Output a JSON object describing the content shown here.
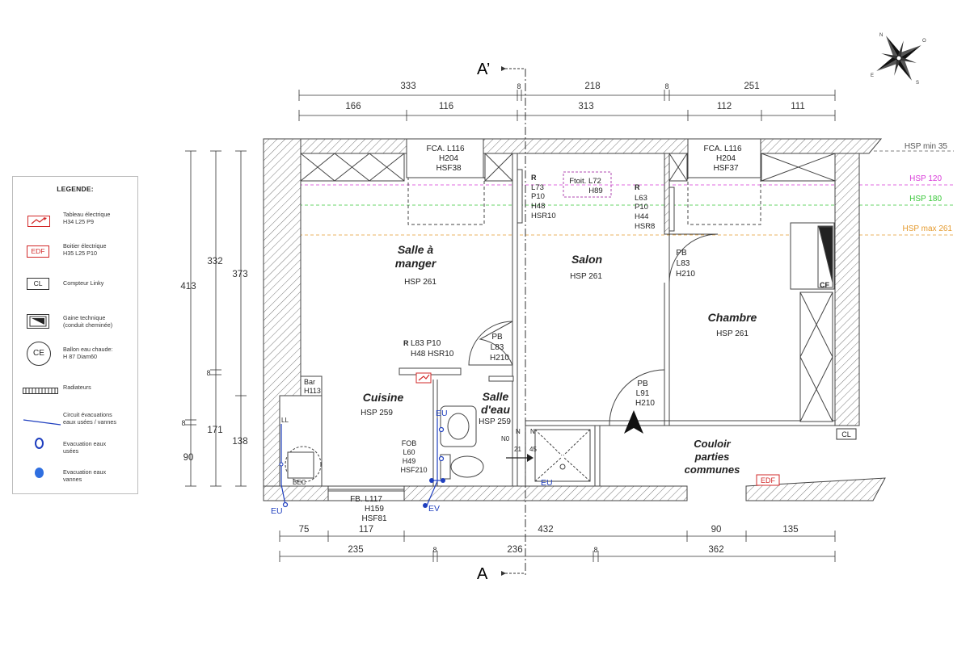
{
  "compass": {
    "labels": [
      "N",
      "S",
      "E",
      "O"
    ]
  },
  "section_markers": {
    "top": "A’",
    "bottom": "A"
  },
  "dims_top": {
    "row1": [
      "333",
      "8",
      "218",
      "8",
      "251"
    ],
    "row2": [
      "166",
      "116",
      "313",
      "112",
      "111"
    ]
  },
  "dims_bottom": {
    "row1": [
      "75",
      "117",
      "432",
      "90",
      "135"
    ],
    "row2": [
      "235",
      "8",
      "236",
      "8",
      "362"
    ]
  },
  "dims_left": {
    "outer": [
      "413",
      "8",
      "90"
    ],
    "middle": [
      "332",
      "171"
    ],
    "inner": [
      "373",
      "138"
    ]
  },
  "hsp_lines": [
    {
      "label": "HSP min 35",
      "color": "#555555"
    },
    {
      "label": "HSP 120",
      "color": "#d93ad9"
    },
    {
      "label": "HSP 180",
      "color": "#37c837"
    },
    {
      "label": "HSP max 261",
      "color": "#e59a2d"
    }
  ],
  "rooms": {
    "salle_a_manger": {
      "name1": "Salle à",
      "name2": "manger",
      "hsp": "HSP 261"
    },
    "salon": {
      "name": "Salon",
      "hsp": "HSP 261"
    },
    "chambre": {
      "name": "Chambre",
      "hsp": "HSP 261"
    },
    "cuisine": {
      "name": "Cuisine",
      "hsp": "HSP 259"
    },
    "salle_deau": {
      "name1": "Salle",
      "name2": "d'eau",
      "hsp": "HSP 259"
    },
    "couloir": {
      "name1": "Couloir",
      "name2": "parties",
      "name3": "communes"
    }
  },
  "annotations": {
    "fca_left": [
      "FCA. L116",
      "H204",
      "HSF38"
    ],
    "fca_right": [
      "FCA. L116",
      "H204",
      "HSF37"
    ],
    "r_left": [
      "L73",
      "P10",
      "H48",
      "HSR10"
    ],
    "ftoit": [
      "Ftoit. L72",
      "H89"
    ],
    "r_right": [
      "L63",
      "P10",
      "H44",
      "HSR8"
    ],
    "r_label": "R",
    "pb_salon": [
      "PB",
      "L83",
      "H210"
    ],
    "pb_sde": [
      "PB",
      "L83",
      "H210"
    ],
    "pb_chambre": [
      "PB",
      "L91",
      "H210"
    ],
    "r_kitchen_1": "L83 P10",
    "r_kitchen_2": "H48 HSR10",
    "bar": [
      "Bar",
      "H113"
    ],
    "fob": [
      "FOB",
      "L60",
      "H49",
      "HSF210"
    ],
    "fb": [
      "FB. L117",
      "H159",
      "HSF81"
    ],
    "ll": "LL",
    "bec": "BEC",
    "cf": "CF",
    "cl": "CL",
    "edf": "EDF",
    "eu": "EU",
    "ev": "EV",
    "n0": "N0",
    "n21": [
      "N",
      "21"
    ],
    "n45": [
      "N",
      "45"
    ]
  },
  "legend": {
    "title": "LEGENDE:",
    "items": [
      {
        "icon": "tableau-icon",
        "text1": "Tableau électrique",
        "text2": "H34 L25 P9"
      },
      {
        "icon": "edf-icon",
        "symbol": "EDF",
        "text1": "Boitier électrique",
        "text2": "H35 L25 P10"
      },
      {
        "icon": "cl-icon",
        "symbol": "CL",
        "text1": "Compteur Linky",
        "text2": ""
      },
      {
        "icon": "gaine-icon",
        "text1": "Gaine technique",
        "text2": "(conduit cheminée)"
      },
      {
        "icon": "ce-icon",
        "symbol": "CE",
        "text1": "Ballon eau chaude:",
        "text2": "H 87 Diam60"
      },
      {
        "icon": "radiator-icon",
        "text1": "Radiateurs",
        "text2": ""
      },
      {
        "icon": "circuit-line-icon",
        "text1": "Circuit évacuations",
        "text2": "eaux usées / vannes"
      },
      {
        "icon": "evac-usees-icon",
        "text1": "Evacuation eaux",
        "text2": "usées"
      },
      {
        "icon": "evac-vannes-icon",
        "text1": "Evacuation eaux",
        "text2": "vannes"
      }
    ]
  },
  "colors": {
    "wall": "#4a4a4a",
    "blue": "#1f3fbf",
    "red": "#d22828",
    "dim": "#333333"
  }
}
